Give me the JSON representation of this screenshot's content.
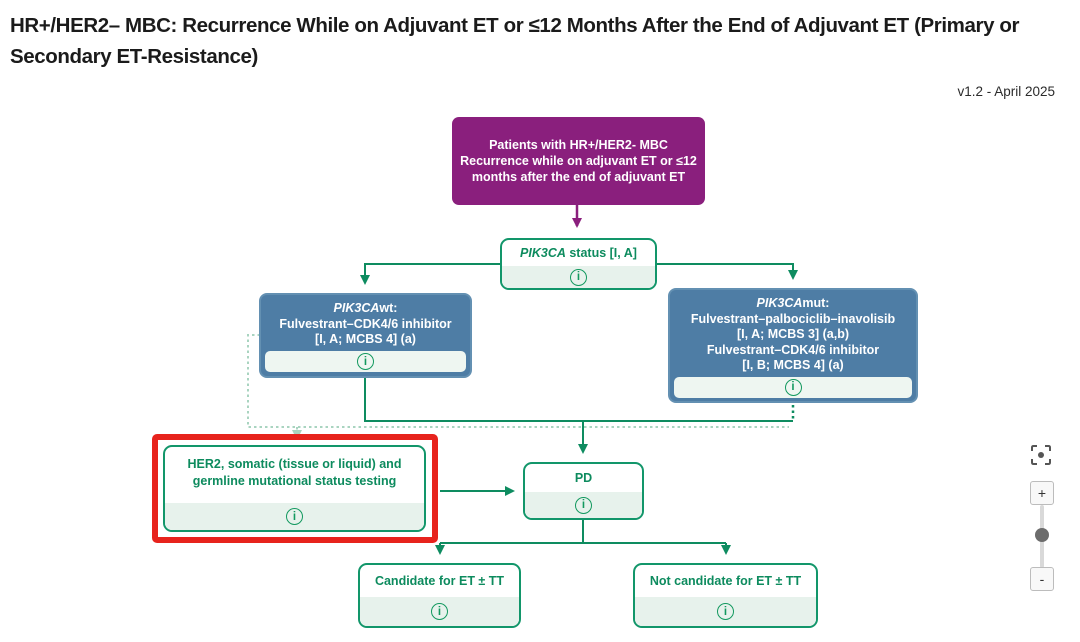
{
  "header": {
    "title_lines": [
      "HR+/HER2– MBC: Recurrence While on Adjuvant ET or ≤12 Months After the End of Adjuvant ET (Primary or",
      "Secondary ET-Resistance)"
    ],
    "version": "v1.2 - April 2025"
  },
  "flowchart": {
    "patients": {
      "lines": [
        "Patients with HR+/HER2- MBC",
        "Recurrence while on adjuvant ET or ≤12 months after the end of adjuvant ET"
      ]
    },
    "pik3ca_status": {
      "gene": "PIK3CA",
      "rest": " status [I, A]"
    },
    "pik3ca_wt": {
      "gene": "PIK3CA",
      "suffix": "wt:",
      "lines": [
        "Fulvestrant–CDK4/6 inhibitor",
        "[I, A; MCBS 4] (a)"
      ]
    },
    "pik3ca_mut": {
      "gene": "PIK3CA",
      "suffix": "mut:",
      "lines": [
        "Fulvestrant–palbociclib–inavolisib",
        "[I, A; MCBS 3] (a,b)",
        "Fulvestrant–CDK4/6 inhibitor",
        "[I, B; MCBS 4] (a)"
      ]
    },
    "her2_testing": {
      "text": "HER2, somatic (tissue or liquid) and germline mutational status testing"
    },
    "pd": {
      "text": "PD"
    },
    "candidate": {
      "text": "Candidate for ET ± TT"
    },
    "not_candidate": {
      "text": "Not candidate for ET ± TT"
    },
    "info_symbol": "i"
  },
  "controls": {
    "zoom_in": "+",
    "zoom_out": "-"
  },
  "colors": {
    "purple": "#8a1f7d",
    "green": "#0e8c60",
    "light_green_strip": "#e7f2ec",
    "blue": "#4e7da5",
    "red_highlight": "#e7231d",
    "pale_dotted": "#a9d4c0"
  }
}
